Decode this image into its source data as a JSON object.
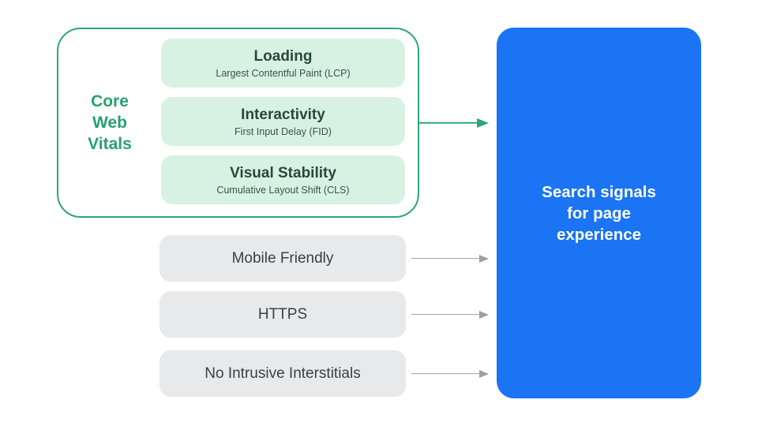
{
  "colors": {
    "green_accent": "#2ea57c",
    "green_label_text": "#27a06e",
    "mint_fill": "#d7f2e3",
    "metric_title_text": "#27493b",
    "metric_subtitle_text": "#33564a",
    "gray_fill": "#e8e9eb",
    "gray_text": "#3c4043",
    "gray_arrow": "#9aa0a6",
    "blue_fill": "#1a74f3",
    "result_text": "#ffffff",
    "background": "#ffffff"
  },
  "core_web_vitals": {
    "label_lines": [
      "Core",
      "Web",
      "Vitals"
    ],
    "metrics": [
      {
        "title": "Loading",
        "subtitle": "Largest Contentful Paint (LCP)"
      },
      {
        "title": "Interactivity",
        "subtitle": "First Input Delay (FID)"
      },
      {
        "title": "Visual Stability",
        "subtitle": "Cumulative Layout Shift (CLS)"
      }
    ]
  },
  "other_signals": [
    {
      "label": "Mobile Friendly"
    },
    {
      "label": "HTTPS"
    },
    {
      "label": "No Intrusive Interstitials"
    }
  ],
  "result_box": {
    "label": "Search signals for page experience"
  },
  "arrows": [
    {
      "name": "core-web-vitals-to-result",
      "style": "green-right-arrow"
    },
    {
      "name": "mobile-friendly-to-result",
      "style": "gray-right-arrow"
    },
    {
      "name": "https-to-result",
      "style": "gray-right-arrow"
    },
    {
      "name": "no-intrusive-interstitials-to-result",
      "style": "gray-right-arrow"
    }
  ]
}
